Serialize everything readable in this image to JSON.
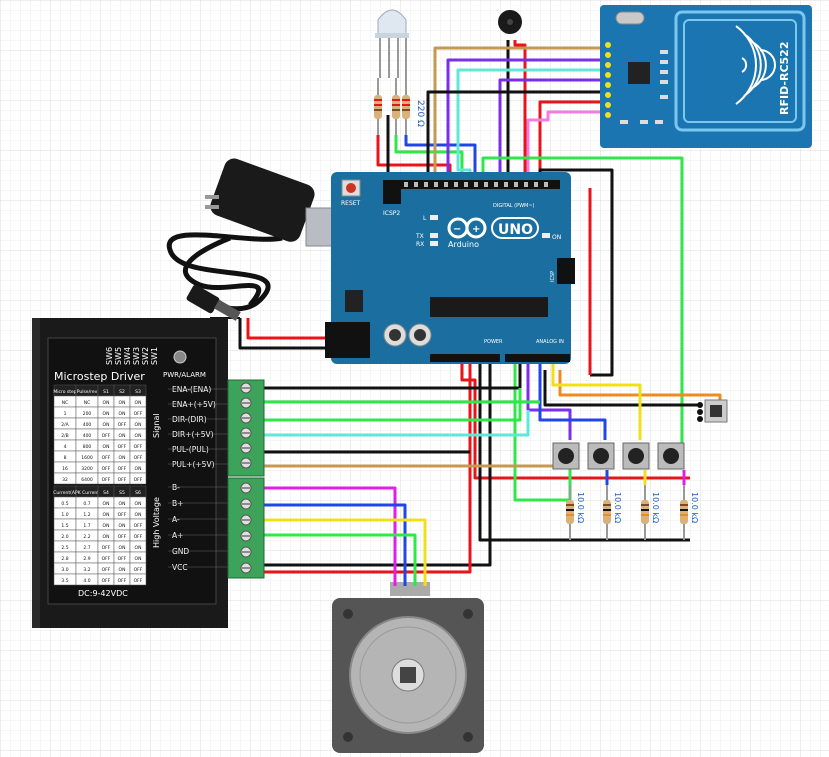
{
  "arduino": {
    "reset_label": "RESET",
    "icsp2_label": "ICSP2",
    "brand": "Arduino",
    "model": "UNO",
    "digital_label": "DIGITAL (PWM~)",
    "power_label": "POWER",
    "analog_label": "ANALOG IN",
    "l_label": "L",
    "tx_label": "TX",
    "rx_label": "RX",
    "on_label": "ON",
    "icsp_label": "ICSP"
  },
  "rfid": {
    "label": "RFID-RC522"
  },
  "resistors": {
    "led_resistor": "220 Ω",
    "button_resistor": "10.0 kΩ"
  },
  "driver": {
    "title": "Microstep Driver",
    "pwr_alarm": "PWR/ALARM",
    "switch_labels": [
      "SW6",
      "SW5",
      "SW4",
      "SW3",
      "SW2",
      "SW1"
    ],
    "signal_group": "Signal",
    "hv_group": "High Voltage",
    "signal_terminals": [
      "ENA-(ENA)",
      "ENA+(+5V)",
      "DIR-(DIR)",
      "DIR+(+5V)",
      "PUL-(PUL)",
      "PUL+(+5V)"
    ],
    "hv_terminals": [
      "B-",
      "B+",
      "A-",
      "A+",
      "GND",
      "VCC"
    ],
    "dc_label": "DC:9-42VDC",
    "table1": {
      "headers": [
        "Micro step",
        "Pulse/rev",
        "S1",
        "S2",
        "S3"
      ],
      "rows": [
        [
          "NC",
          "NC",
          "ON",
          "ON",
          "ON"
        ],
        [
          "1",
          "200",
          "ON",
          "ON",
          "OFF"
        ],
        [
          "2/A",
          "400",
          "ON",
          "OFF",
          "ON"
        ],
        [
          "2/B",
          "400",
          "OFF",
          "ON",
          "ON"
        ],
        [
          "4",
          "800",
          "ON",
          "OFF",
          "OFF"
        ],
        [
          "8",
          "1600",
          "OFF",
          "ON",
          "OFF"
        ],
        [
          "16",
          "3200",
          "OFF",
          "OFF",
          "ON"
        ],
        [
          "32",
          "6400",
          "OFF",
          "OFF",
          "OFF"
        ]
      ]
    },
    "table2": {
      "headers": [
        "Current(A)",
        "PK Current",
        "S4",
        "S5",
        "S6"
      ],
      "rows": [
        [
          "0.5",
          "0.7",
          "ON",
          "ON",
          "ON"
        ],
        [
          "1.0",
          "1.2",
          "ON",
          "OFF",
          "ON"
        ],
        [
          "1.5",
          "1.7",
          "ON",
          "ON",
          "OFF"
        ],
        [
          "2.0",
          "2.2",
          "ON",
          "OFF",
          "OFF"
        ],
        [
          "2.5",
          "2.7",
          "OFF",
          "ON",
          "ON"
        ],
        [
          "2.8",
          "2.9",
          "OFF",
          "OFF",
          "ON"
        ],
        [
          "3.0",
          "3.2",
          "OFF",
          "ON",
          "OFF"
        ],
        [
          "3.5",
          "4.0",
          "OFF",
          "OFF",
          "OFF"
        ]
      ]
    }
  },
  "colors": {
    "red": "#e8141a",
    "black": "#111111",
    "green": "#2ee84a",
    "cyan": "#5fe8d8",
    "tan": "#c49a52",
    "magenta": "#e11ee8",
    "blue": "#2046e8",
    "yellow": "#f0e01a",
    "purple": "#7a2ee8",
    "orange": "#f08a20",
    "pink": "#f07ee0",
    "board": "#1b6fa0",
    "grid": "#e8e8e8"
  }
}
